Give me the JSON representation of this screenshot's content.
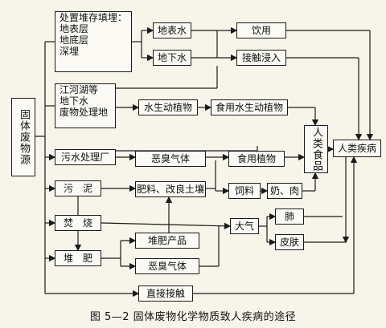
{
  "nodes": {
    "source": "固体废物源",
    "stack": [
      "处置堆存填埋：",
      "地表层",
      "地底层",
      "深埋"
    ],
    "waterbody": [
      "江河湖等",
      "地下水",
      "废物处理地"
    ],
    "sewage": "污水处理厂",
    "sludge": "污　泥",
    "burn": "焚　烧",
    "compost": "堆　肥",
    "surface_water": "地表水",
    "ground_water": "地下水",
    "drink": "饮用",
    "contact_soak": "接触浸入",
    "aquatic": "水生动植物",
    "edible_aquatic": "食用水生动植物",
    "odor_gas_1": "恶臭气体",
    "fertilizer": "肥料、改良土壤",
    "edible_plant": "食用植物",
    "feed": "饲料",
    "milk_meat": "奶、肉",
    "human_food": "人类食品",
    "air": "大气",
    "lung": "肺",
    "skin": "皮肤",
    "compost_product": "堆肥产品",
    "odor_gas_2": "恶臭气体",
    "direct_contact": "直接接触",
    "disease": "人类疾病"
  },
  "caption": "图 5—2  固体废物化学物质致人疾病的途径"
}
